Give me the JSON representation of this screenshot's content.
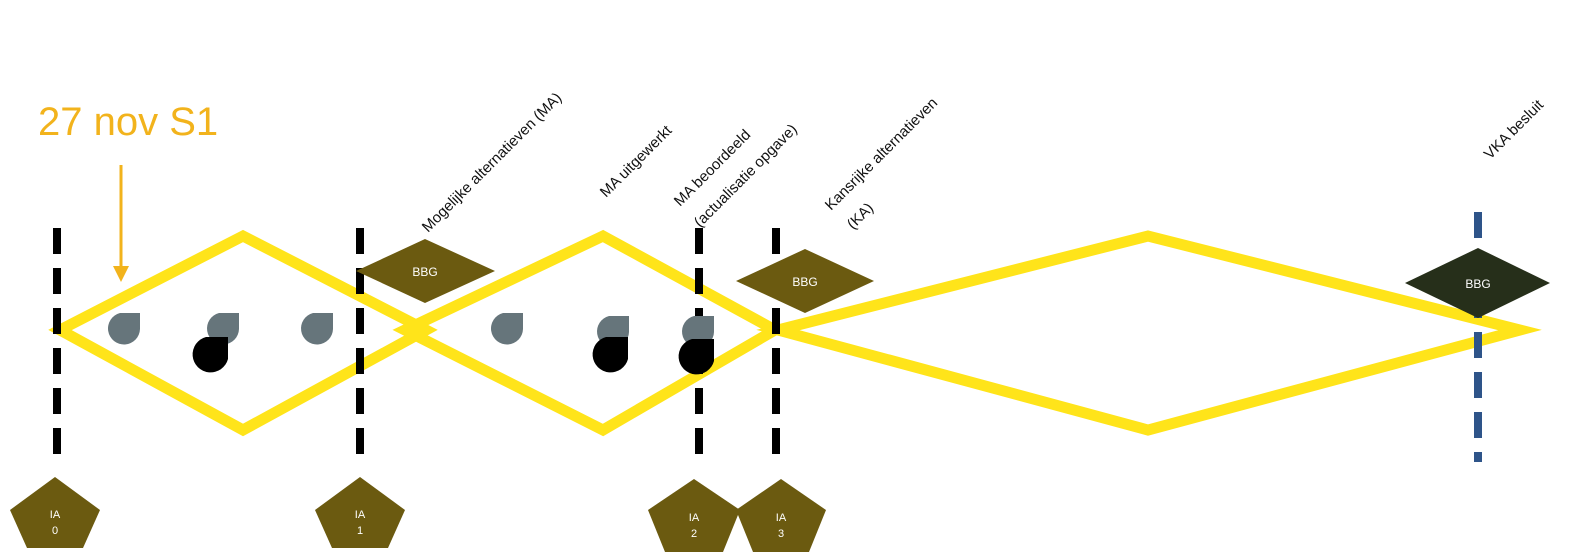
{
  "date_marker": {
    "text": "27 nov S1",
    "color": "#f2b31c"
  },
  "milestones": {
    "mogelijke": "Mogelijke alternatieven (MA)",
    "uitgewerkt": "MA uitgewerkt",
    "beoordeeld_1": "MA beoordeeld",
    "beoordeeld_2": "(actualisatie opgave)",
    "kansrijke_1": "Kansrijke alternatieven",
    "kansrijke_2": "(KA)",
    "vka": "VKA besluit"
  },
  "bbg_badges": [
    "BBG",
    "BBG",
    "BBG"
  ],
  "ia_markers": [
    {
      "line1": "IA",
      "line2": "0"
    },
    {
      "line1": "IA",
      "line2": "1"
    },
    {
      "line1": "IA",
      "line2": "2"
    },
    {
      "line1": "IA",
      "line2": "3"
    }
  ],
  "colors": {
    "diamond_outline": "#ffe41a",
    "gate_line": "#000000",
    "vka_line": "#2e5489",
    "bbg_fill": "#6b5a10",
    "bbg_final_fill": "#262f1a",
    "ia_fill": "#6b5a10",
    "gray_drop": "#66757b",
    "black_drop": "#000000",
    "arrow": "#f2b31c"
  }
}
